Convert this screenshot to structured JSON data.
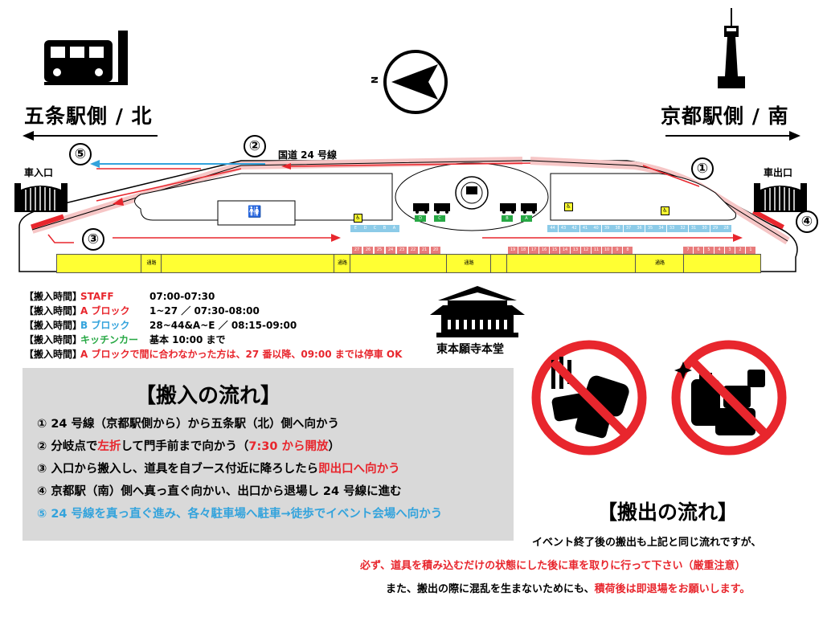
{
  "header": {
    "north_label": "五条駅側 / 北",
    "south_label": "京都駅側 / 南",
    "compass_letter": "N",
    "road_label": "国道 24 号線"
  },
  "gates": {
    "entrance": "車入口",
    "exit": "車出口"
  },
  "route_numbers": [
    "①",
    "②",
    "③",
    "④",
    "⑤"
  ],
  "venue": {
    "temple_label": "東本願寺本堂",
    "passage_label": "通路",
    "red_spots_left": [
      "27",
      "26",
      "25",
      "24",
      "23",
      "22",
      "21",
      "20"
    ],
    "red_spots_mid": [
      "19",
      "18",
      "17",
      "16",
      "15",
      "14",
      "13",
      "12",
      "11",
      "10",
      "9",
      "8"
    ],
    "red_spots_right": [
      "7",
      "6",
      "5",
      "4",
      "3",
      "2",
      "1"
    ],
    "blue_spots_right": [
      "44",
      "43",
      "42",
      "41",
      "40",
      "39",
      "38",
      "37",
      "36",
      "35",
      "34",
      "33",
      "32",
      "31",
      "30",
      "29",
      "28"
    ],
    "blue_spots_left": [
      "E",
      "D",
      "C",
      "B",
      "A"
    ],
    "kitchen_car_labels": [
      "D",
      "C",
      "B",
      "A"
    ]
  },
  "schedule": [
    {
      "label": "【搬入時間】",
      "name": "STAFF",
      "name_color": "red",
      "time": "07:00-07:30"
    },
    {
      "label": "【搬入時間】",
      "name": "A ブロック",
      "name_color": "red",
      "time": "1~27 ／ 07:30-08:00"
    },
    {
      "label": "【搬入時間】",
      "name": "B ブロック",
      "name_color": "blue",
      "time": "28~44&A~E ／ 08:15-09:00"
    },
    {
      "label": "【搬入時間】",
      "name": "キッチンカー",
      "name_color": "green",
      "time": "基本 10:00 まで"
    },
    {
      "label": "【搬入時間】",
      "name": "A ブロックで間に合わなかった方は、27 番以降、09:00 までは停車 OK",
      "name_color": "red",
      "time": ""
    }
  ],
  "flow_in": {
    "title": "【搬入の流れ】",
    "step1": "① 24 号線（京都駅側から）から五条駅（北）側へ向かう",
    "step2_a": "② 分岐点で",
    "step2_b": "左折",
    "step2_c": "して門手前まで向かう（",
    "step2_d": "7:30 から開放",
    "step2_e": "）",
    "step3_a": "③ 入口から搬入し、道具を自ブース付近に降ろしたら",
    "step3_b": "即出口へ向かう",
    "step4": "④ 京都駅（南）側へ真っ直ぐ向かい、出口から退場し 24 号線に進む",
    "step5": "⑤ 24 号線を真っ直ぐ進み、各々駐車場へ駐車→徒歩でイベント会場へ向かう"
  },
  "flow_out": {
    "title": "【搬出の流れ】",
    "line1": "イベント終了後の搬出も上記と同じ流れですが、",
    "line2": "必ず、道具を積み込むだけの状態にした後に車を取りに行って下さい（厳重注意）",
    "line3_a": "また、搬出の際に混乱を生まないためにも、",
    "line3_b": "積荷後は即退場をお願いします。"
  },
  "colors": {
    "red": "#e8262d",
    "blue": "#33a3dc",
    "green": "#27a844",
    "yellow": "#ffff33",
    "gray_box": "#d9d9d9"
  }
}
